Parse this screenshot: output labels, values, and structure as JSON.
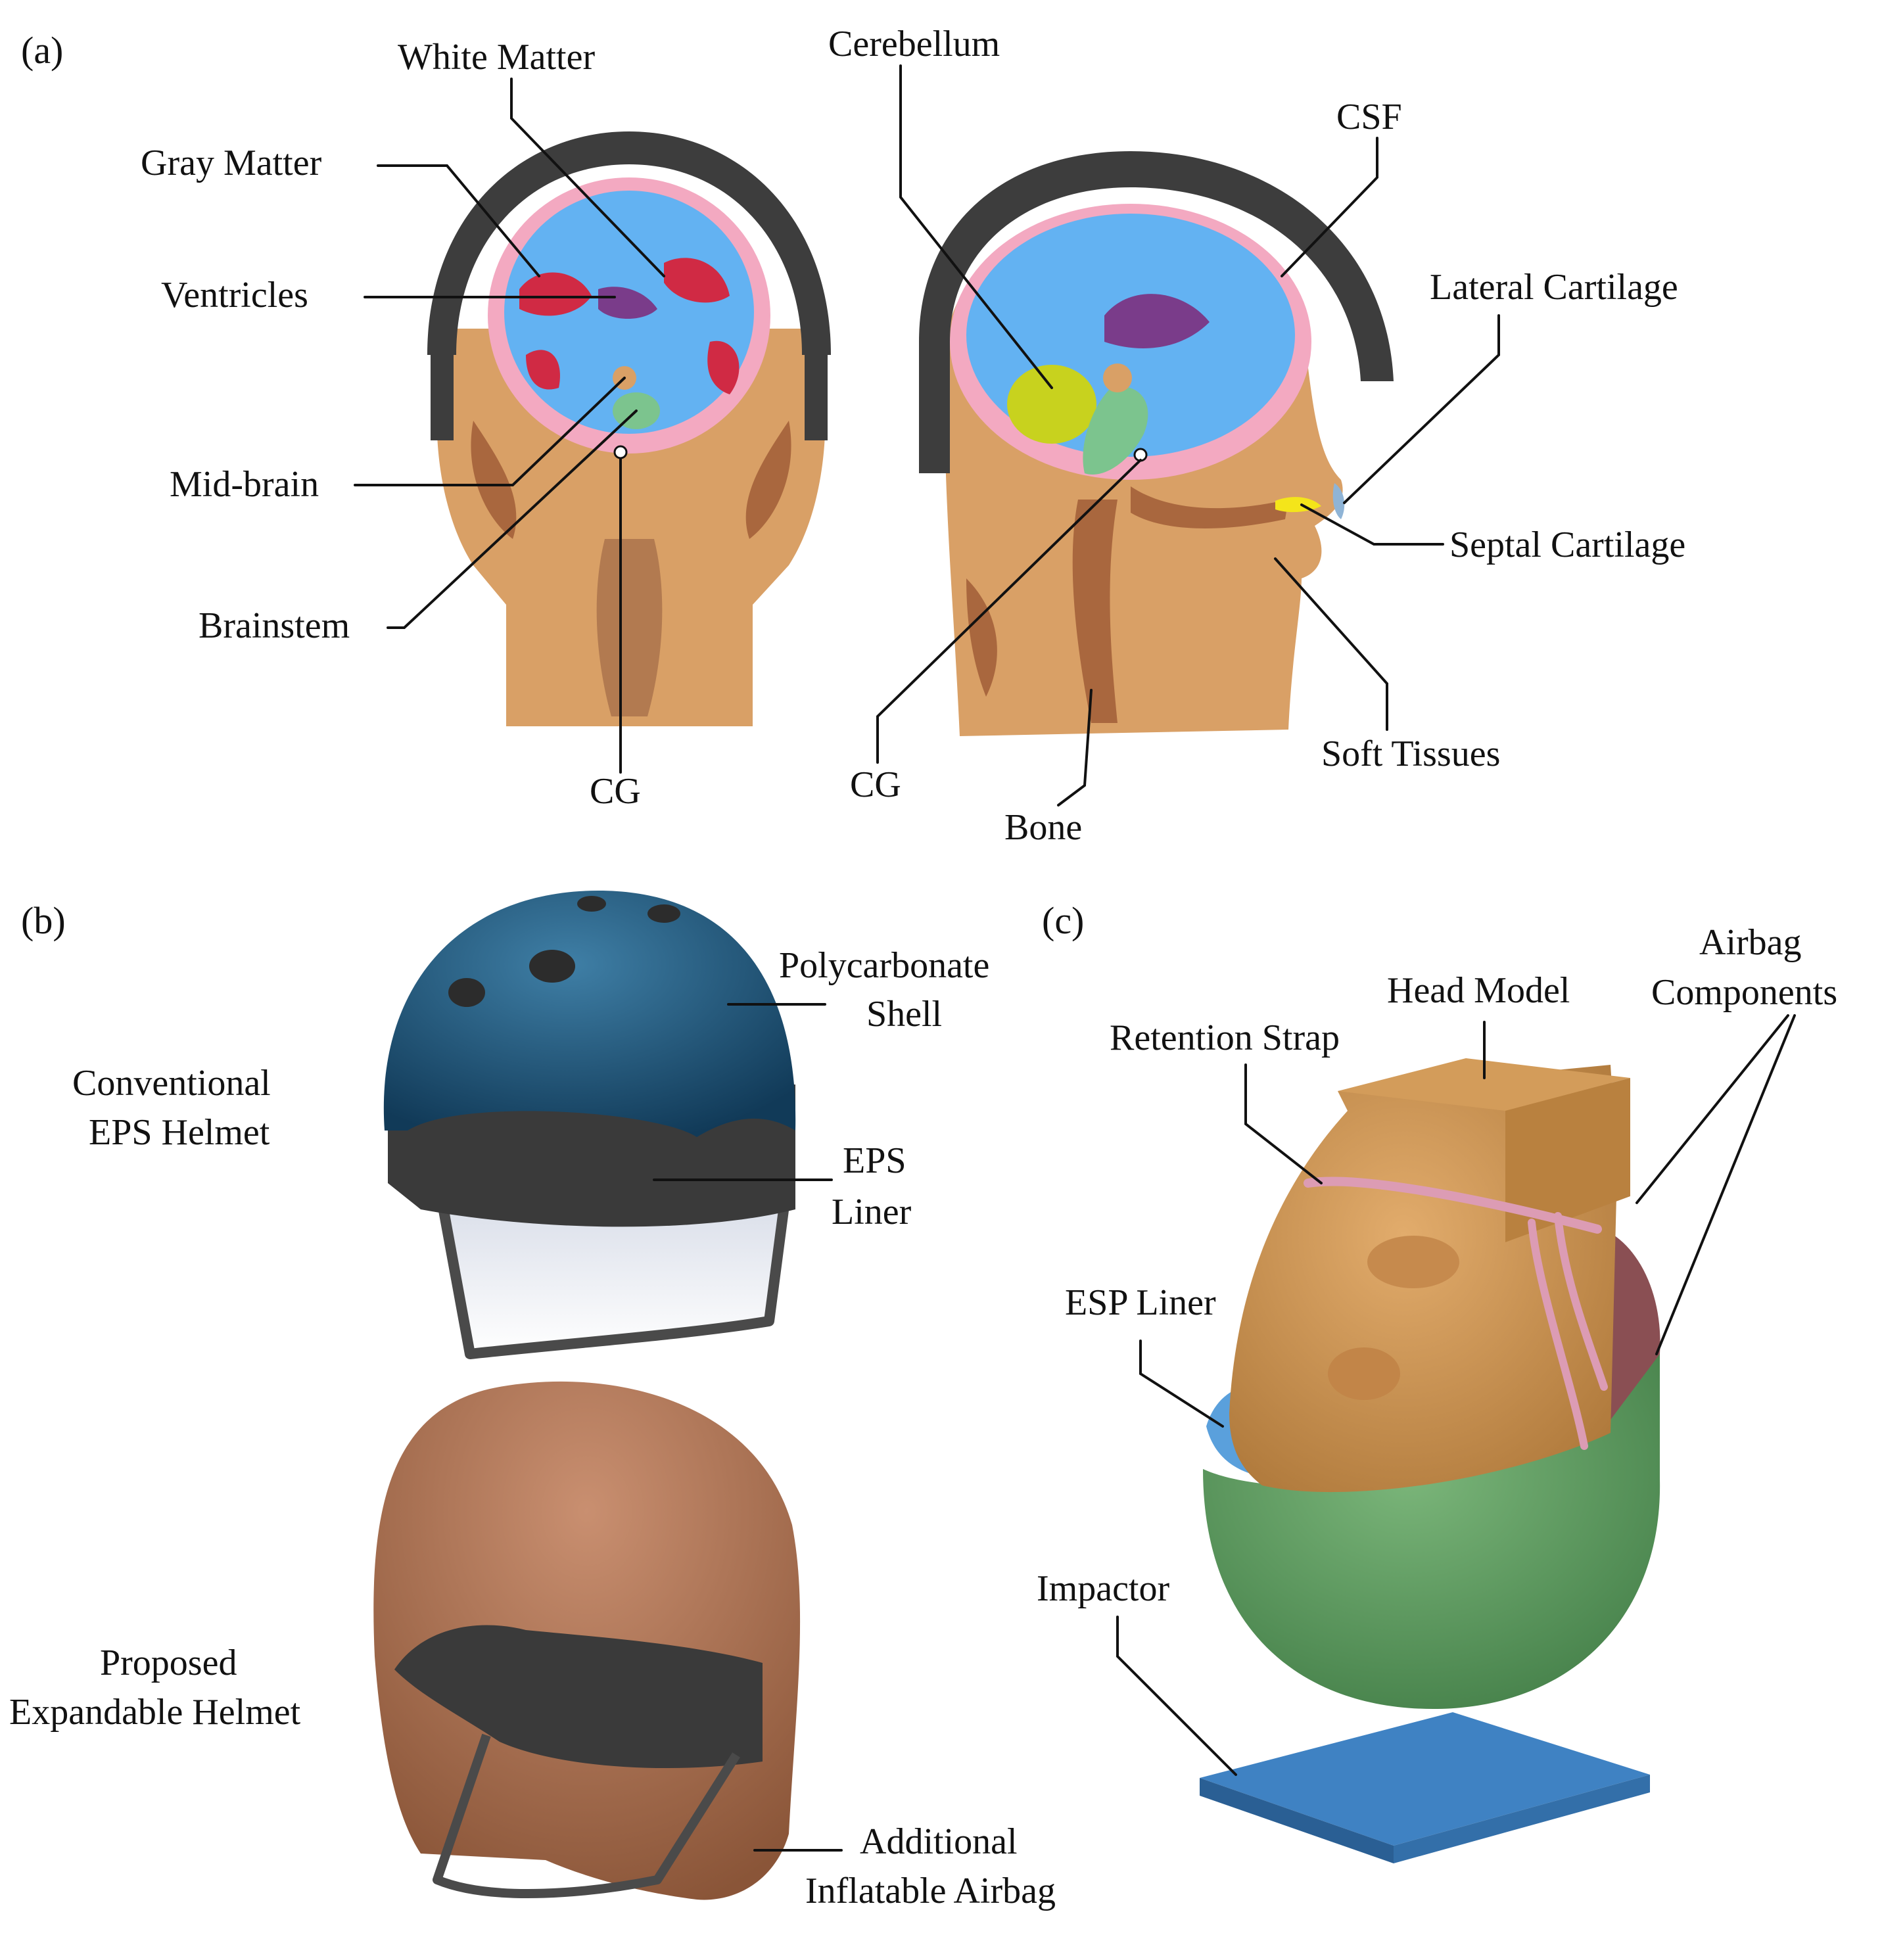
{
  "panels": {
    "a": {
      "label": "(a)",
      "labels": {
        "white_matter": "White Matter",
        "cerebellum": "Cerebellum",
        "csf": "CSF",
        "gray_matter": "Gray Matter",
        "ventricles": "Ventricles",
        "lateral_cartilage": "Lateral Cartilage",
        "mid_brain": "Mid-brain",
        "septal_cartilage": "Septal Cartilage",
        "brainstem": "Brainstem",
        "soft_tissues": "Soft Tissues",
        "cg_front": "CG",
        "cg_side": "CG",
        "bone": "Bone"
      }
    },
    "b": {
      "label": "(b)",
      "labels": {
        "polycarbonate_1": "Polycarbonate",
        "polycarbonate_2": "Shell",
        "conventional_1": "Conventional",
        "conventional_2": "EPS Helmet",
        "eps_1": "EPS",
        "eps_2": "Liner",
        "proposed_1": "Proposed",
        "proposed_2": "Expandable Helmet",
        "airbag_1": "Additional",
        "airbag_2": "Inflatable Airbag"
      }
    },
    "c": {
      "label": "(c)",
      "labels": {
        "airbag_1": "Airbag",
        "airbag_2": "Components",
        "head_model": "Head Model",
        "retention_strap": "Retention Strap",
        "esp_liner": "ESP Liner",
        "impactor": "Impactor"
      }
    }
  },
  "colors": {
    "helmet_shell_dark": "#3d3d3d",
    "soft_tissue": "#d9a066",
    "bone": "#a9673e",
    "csf": "#f3a9c1",
    "white_matter": "#63b2f2",
    "gray_matter": "#d02a44",
    "ventricles": "#7a3c8a",
    "cerebellum": "#c8d21e",
    "brainstem": "#7cc48e",
    "septal_cartilage": "#f4e51a",
    "helmet_blue": "#1d4f72",
    "helmet_brown": "#a9704f",
    "airbag_green": "#5f9a5e",
    "strap_pink": "#dc9cb4",
    "impactor_blue": "#3f82c3"
  }
}
